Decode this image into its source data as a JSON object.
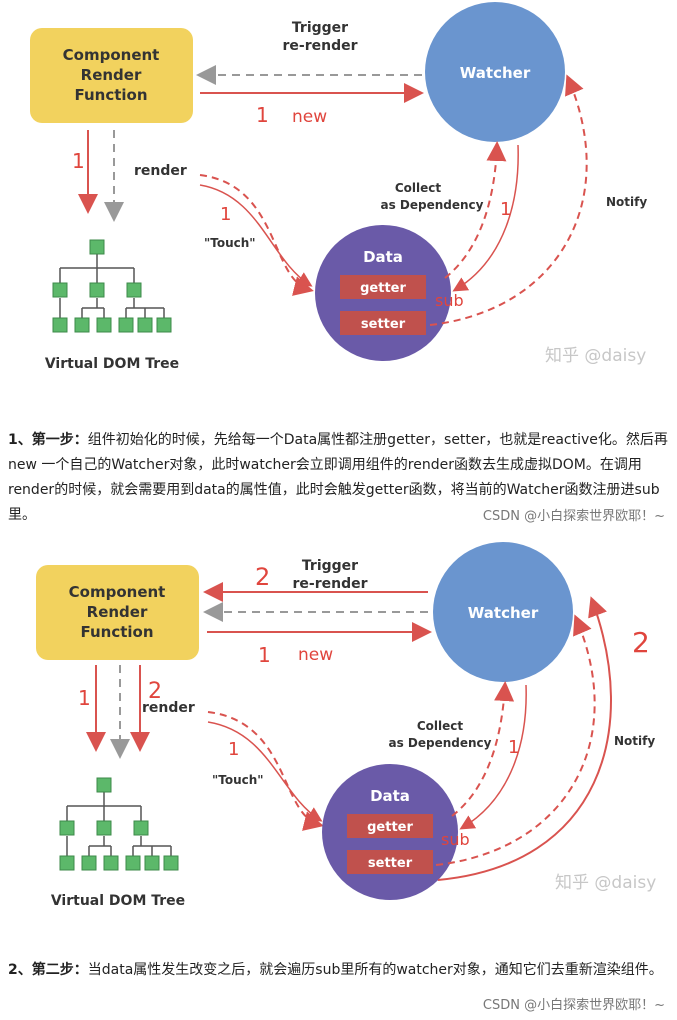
{
  "diagram1": {
    "component": [
      "Component",
      "Render",
      "Function"
    ],
    "watcher": "Watcher",
    "trigger": [
      "Trigger",
      "re-render"
    ],
    "new_label": "new",
    "render_label": "render",
    "touch_label": "\"Touch\"",
    "collect": [
      "Collect",
      "as Dependency"
    ],
    "notify": "Notify",
    "data_title": "Data",
    "getter": "getter",
    "setter": "setter",
    "sub_label": "sub",
    "vdom": "Virtual DOM Tree",
    "watermark": "知乎 @daisy",
    "marks": [
      "1",
      "1",
      "1",
      "1"
    ]
  },
  "caption1": {
    "bold": "1、第一步：",
    "text": "组件初始化的时候，先给每一个Data属性都注册getter，setter，也就是reactive化。然后再new 一个自己的Watcher对象，此时watcher会立即调用组件的render函数去生成虚拟DOM。在调用render的时候，就会需要用到data的属性值，此时会触发getter函数，将当前的Watcher函数注册进sub里。",
    "source": "CSDN @小白探索世界欧耶！~"
  },
  "diagram2": {
    "component": [
      "Component",
      "Render",
      "Function"
    ],
    "watcher": "Watcher",
    "trigger": [
      "Trigger",
      "re-render"
    ],
    "new_label": "new",
    "render_label": "render",
    "touch_label": "\"Touch\"",
    "collect": [
      "Collect",
      "as Dependency"
    ],
    "notify": "Notify",
    "data_title": "Data",
    "getter": "getter",
    "setter": "setter",
    "sub_label": "sub",
    "vdom": "Virtual DOM Tree",
    "watermark": "知乎 @daisy",
    "marks_one": [
      "1",
      "1",
      "1",
      "1"
    ],
    "marks_two": [
      "2",
      "2",
      "2"
    ]
  },
  "caption2": {
    "bold": "2、第二步：",
    "text": "当data属性发生改变之后，就会遍历sub里所有的watcher对象，通知它们去重新渲染组件。",
    "source": "CSDN @小白探索世界欧耶！~"
  },
  "colors": {
    "component_fill": "#f2d25e",
    "watcher_fill": "#6a95cf",
    "data_fill": "#6a5aa8",
    "getter_fill": "#c0514d",
    "arrow_red": "#d9534f",
    "arrow_gray": "#999999",
    "tree_green": "#5cb86a",
    "handwriting": "#e0453d"
  }
}
